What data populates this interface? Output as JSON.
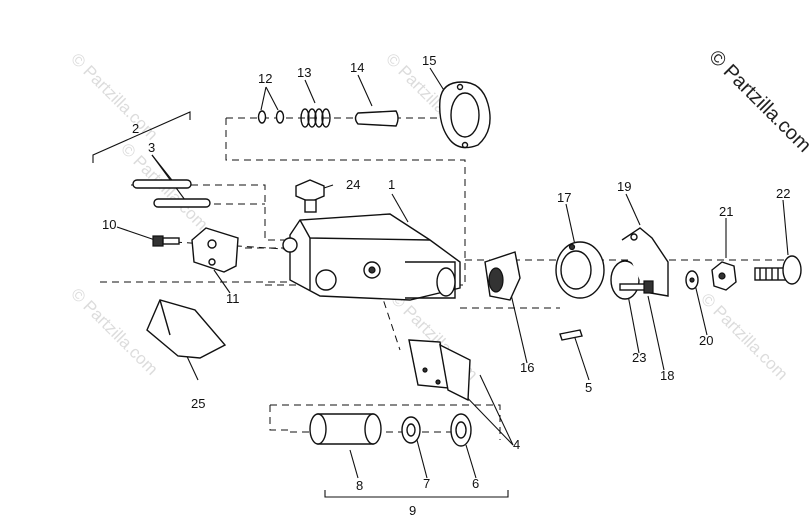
{
  "watermarks": {
    "faint": "© Partzilla.com",
    "corner": "© Partzilla.com"
  },
  "callouts": {
    "n1": "1",
    "n2": "2",
    "n3": "3",
    "n4": "4",
    "n5": "5",
    "n6": "6",
    "n7": "7",
    "n8": "8",
    "n9": "9",
    "n10": "10",
    "n11": "11",
    "n12": "12",
    "n13": "13",
    "n14": "14",
    "n15": "15",
    "n16": "16",
    "n17": "17",
    "n18": "18",
    "n19": "19",
    "n20": "20",
    "n21": "21",
    "n22": "22",
    "n23": "23",
    "n24": "24",
    "n25": "25"
  }
}
